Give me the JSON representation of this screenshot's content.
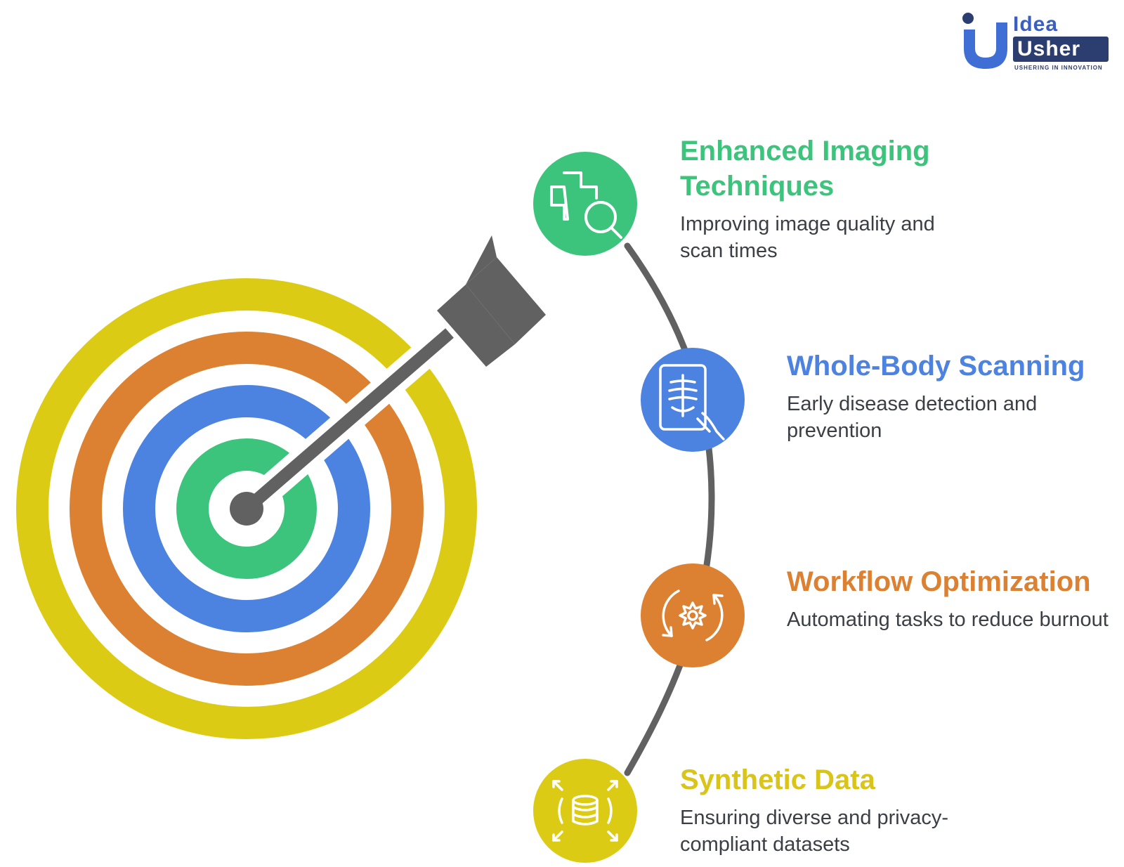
{
  "brand": {
    "name_line1": "Idea",
    "name_line2": "Usher",
    "tagline": "USHERING IN INNOVATION"
  },
  "colors": {
    "green": "#3cc47c",
    "blue": "#4c82e0",
    "orange": "#dc8131",
    "yellow": "#dccb14",
    "arrow": "#616161",
    "text": "#3b3f45"
  },
  "items": [
    {
      "title": "Enhanced Imaging Techniques",
      "title_line1": "Enhanced Imaging",
      "title_line2": "Techniques",
      "description": "Improving image quality and scan times",
      "icon": "medical-cross-search-icon",
      "color": "#3cc47c"
    },
    {
      "title": "Whole-Body Scanning",
      "description": "Early disease detection and prevention",
      "icon": "xray-tablet-icon",
      "color": "#4c82e0"
    },
    {
      "title": "Workflow Optimization",
      "description": "Automating tasks to reduce burnout",
      "icon": "gear-cycle-icon",
      "color": "#dc8131"
    },
    {
      "title": "Synthetic Data",
      "description": "Ensuring diverse and privacy-compliant datasets",
      "icon": "database-expand-icon",
      "color": "#dccb14"
    }
  ]
}
